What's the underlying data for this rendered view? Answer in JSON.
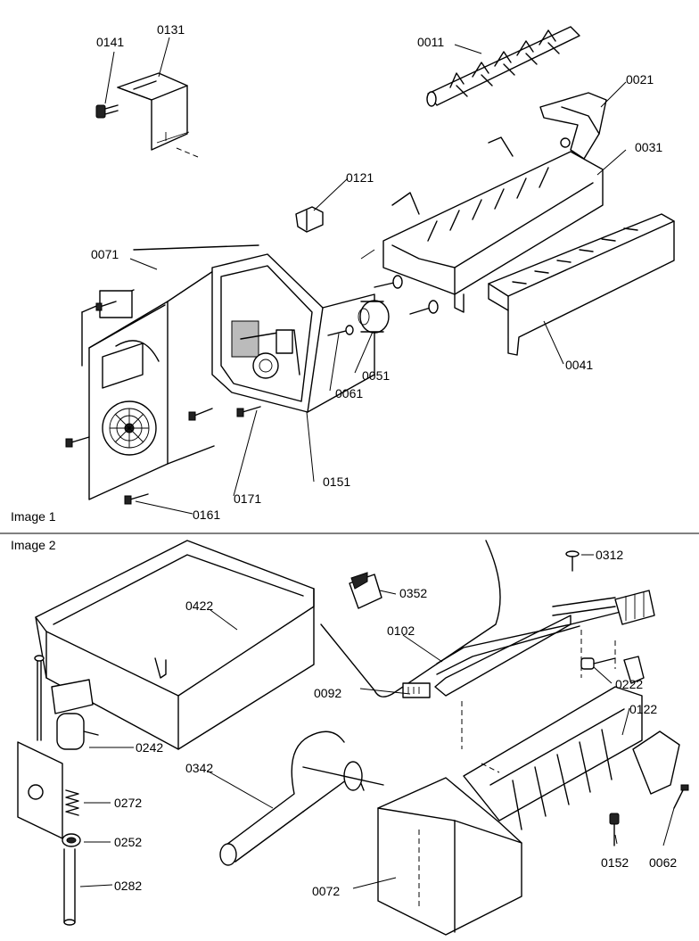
{
  "sections": [
    {
      "title": "Image 1"
    },
    {
      "title": "Image 2"
    }
  ],
  "callouts": [
    {
      "id": "0141"
    },
    {
      "id": "0131"
    },
    {
      "id": "0011"
    },
    {
      "id": "0021"
    },
    {
      "id": "0031"
    },
    {
      "id": "0121"
    },
    {
      "id": "0071"
    },
    {
      "id": "0051"
    },
    {
      "id": "0061"
    },
    {
      "id": "0041"
    },
    {
      "id": "0151"
    },
    {
      "id": "0171"
    },
    {
      "id": "0161"
    },
    {
      "id": "0312"
    },
    {
      "id": "0352"
    },
    {
      "id": "0422"
    },
    {
      "id": "0102"
    },
    {
      "id": "0222"
    },
    {
      "id": "0092"
    },
    {
      "id": "0122"
    },
    {
      "id": "0242"
    },
    {
      "id": "0342"
    },
    {
      "id": "0272"
    },
    {
      "id": "0252"
    },
    {
      "id": "0282"
    },
    {
      "id": "0072"
    },
    {
      "id": "0152"
    },
    {
      "id": "0062"
    }
  ]
}
